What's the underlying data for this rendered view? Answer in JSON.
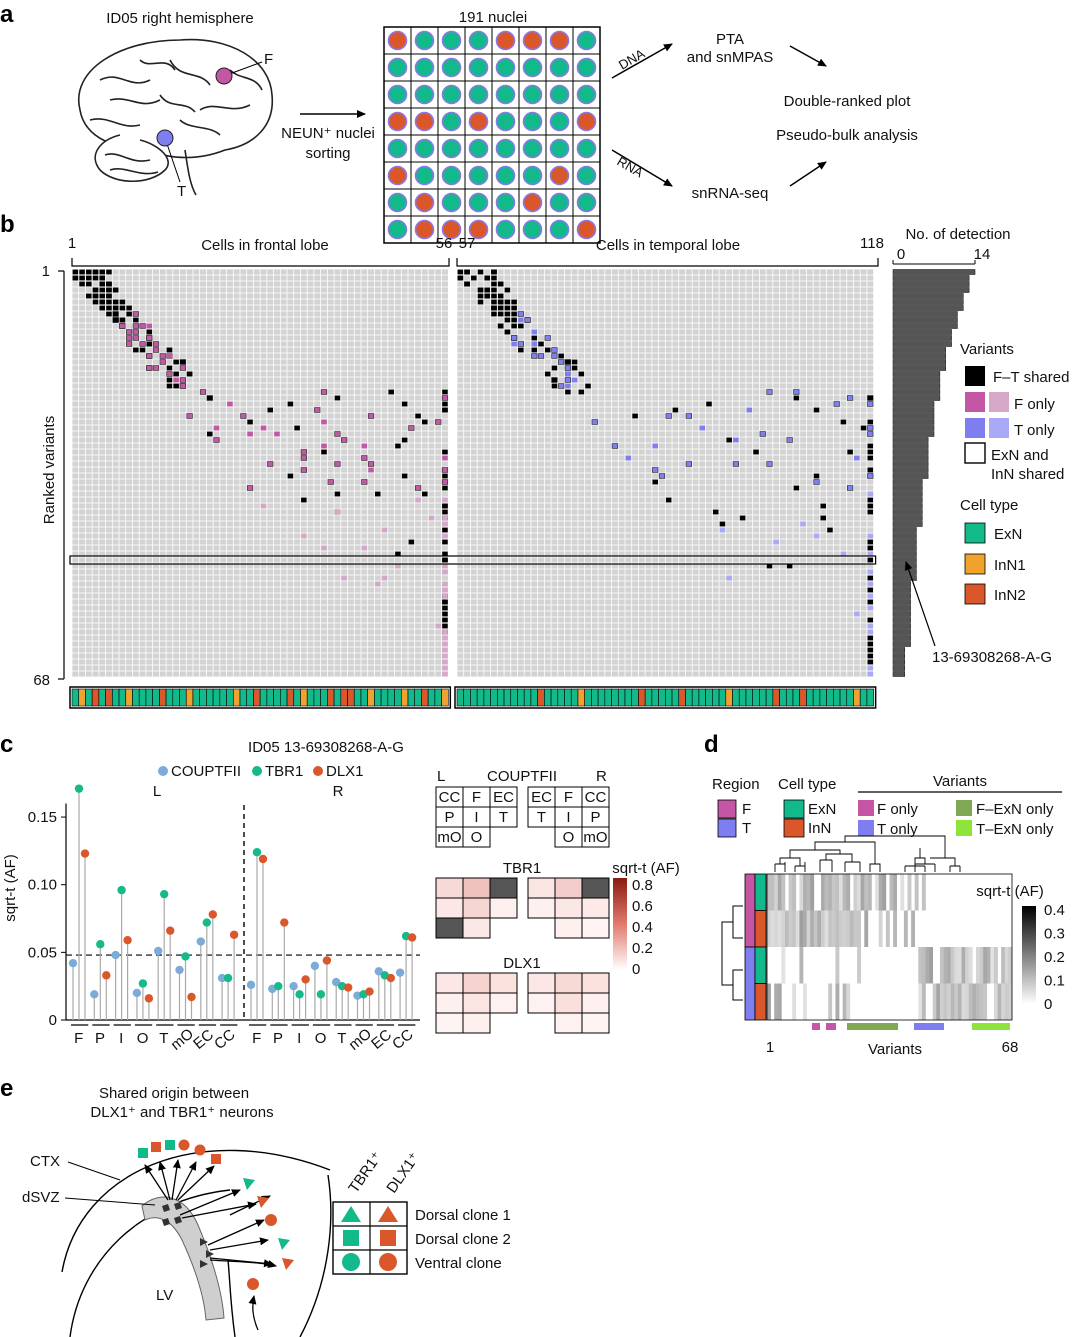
{
  "colors": {
    "exn": "#12b98a",
    "inn1": "#f0a22c",
    "inn2": "#d9572a",
    "f": "#c556a6",
    "f_light": "#d6a8c8",
    "t": "#7e7ef0",
    "t_light": "#a9a9f5",
    "shared": "#000000",
    "couptfii": "#7cabd8",
    "tbr1": "#15b98a",
    "dlx1": "#d9572a",
    "fexn": "#80a956",
    "texn": "#8ee43a",
    "grid": "#d3d3d3"
  },
  "panel_a": {
    "label": "a",
    "brain_title": "ID05 right hemisphere",
    "f_label": "F",
    "t_label": "T",
    "sorting_1": "NEUN⁺ nuclei",
    "sorting_2": "sorting",
    "nuclei_title": "191 nuclei",
    "dna": "DNA",
    "rna": "RNA",
    "pta_1": "PTA",
    "pta_2": "and snMPAS",
    "snrna": "snRNA-seq",
    "out_1": "Double-ranked plot",
    "out_2": "Pseudo-bulk analysis",
    "grid_colors": [
      [
        "inn2",
        "exn",
        "exn",
        "exn",
        "inn2",
        "inn2",
        "inn2",
        "exn"
      ],
      [
        "exn",
        "exn",
        "exn",
        "exn",
        "exn",
        "exn",
        "exn",
        "exn"
      ],
      [
        "exn",
        "exn",
        "exn",
        "exn",
        "exn",
        "exn",
        "exn",
        "exn"
      ],
      [
        "inn2",
        "inn2",
        "exn",
        "inn2",
        "exn",
        "exn",
        "exn",
        "inn2"
      ],
      [
        "exn",
        "exn",
        "exn",
        "exn",
        "exn",
        "exn",
        "exn",
        "exn"
      ],
      [
        "inn2",
        "exn",
        "exn",
        "exn",
        "exn",
        "exn",
        "inn2",
        "exn"
      ],
      [
        "exn",
        "inn2",
        "exn",
        "exn",
        "exn",
        "inn2",
        "exn",
        "exn"
      ],
      [
        "exn",
        "inn2",
        "inn2",
        "inn2",
        "exn",
        "exn",
        "exn",
        "inn2"
      ]
    ]
  },
  "panel_b": {
    "label": "b",
    "frontal_title": "Cells in frontal lobe",
    "temporal_title": "Cells in temporal lobe",
    "tick_1": "1",
    "tick_56": "56",
    "tick_57": "57",
    "tick_118": "118",
    "y_label": "Ranked variants",
    "y_top": "1",
    "y_bottom": "68",
    "detection_title": "No. of detection",
    "detection_0": "0",
    "detection_14": "14",
    "variants_legend_title": "Variants",
    "legend_ft": "F–T shared",
    "legend_f": "F only",
    "legend_t": "T only",
    "legend_exn_inn_1": "ExN and",
    "legend_exn_inn_2": "InN shared",
    "celltype_title": "Cell type",
    "celltype_exn": "ExN",
    "celltype_inn1": "InN1",
    "celltype_inn2": "InN2",
    "highlight_variant": "13-69308268-A-G",
    "detection_counts": [
      14,
      13,
      13,
      13,
      12,
      12,
      12,
      11,
      11,
      11,
      10,
      10,
      10,
      9,
      9,
      9,
      9,
      8,
      8,
      8,
      8,
      8,
      7,
      7,
      7,
      7,
      7,
      7,
      6,
      6,
      6,
      6,
      6,
      6,
      6,
      5,
      5,
      5,
      5,
      5,
      5,
      5,
      5,
      4,
      4,
      4,
      4,
      4,
      4,
      4,
      4,
      4,
      3,
      3,
      3,
      3,
      3,
      3,
      3,
      3,
      3,
      3,
      3,
      2,
      2,
      2,
      2,
      2
    ],
    "celltype_sequence": "EIEOEOEEIEEEEOEEEIEEEEEEIEEOEEEEOEIEEEOEOOEEIEEEEIEEOEEIEEEEEEEEEEEEOEEEEEIEEEEEEEEOEEEEEOEEEEEEIEEEEEEOEEEOEEEEEEEIEEEE"
  },
  "panel_c": {
    "label": "c",
    "title": "ID05 13-69308268-A-G",
    "legend": [
      "COUPTFII",
      "TBR1",
      "DLX1"
    ],
    "hemi_left": "L",
    "hemi_right": "R",
    "y_label": "sqrt-t (AF)",
    "yticks": [
      "0",
      "0.05",
      "0.10",
      "0.15"
    ],
    "regions": [
      "F",
      "P",
      "I",
      "O",
      "T",
      "mO",
      "EC",
      "CC"
    ],
    "map_title_couptfii": "COUPTFII",
    "map_title_tbr1": "TBR1",
    "map_title_dlx1": "DLX1",
    "map_L": "L",
    "map_R": "R",
    "map_left_cells": [
      [
        "CC",
        "F",
        "EC"
      ],
      [
        "P",
        "I",
        "T"
      ],
      [
        "mO",
        "O",
        ""
      ]
    ],
    "map_right_cells": [
      [
        "EC",
        "F",
        "CC"
      ],
      [
        "T",
        "I",
        "P"
      ],
      [
        "",
        "O",
        "mO"
      ]
    ],
    "scale_title": "sqrt-t (AF)",
    "scale_ticks": [
      "0.8",
      "0.6",
      "0.4",
      "0.2",
      "0"
    ]
  },
  "chart_data": {
    "type": "scatter",
    "title": "ID05 13-69308268-A-G",
    "ylabel": "sqrt-t (AF)",
    "ylim": [
      0,
      0.17
    ],
    "threshold": 0.048,
    "categories": [
      "F",
      "P",
      "I",
      "O",
      "T",
      "mO",
      "EC",
      "CC"
    ],
    "series": [
      {
        "name": "COUPTFII",
        "values_L": [
          0.042,
          0.019,
          0.048,
          0.02,
          0.051,
          0.037,
          0.058,
          0.031
        ],
        "values_R": [
          0.026,
          0.023,
          0.025,
          0.04,
          0.028,
          0.018,
          0.036,
          0.035
        ]
      },
      {
        "name": "TBR1",
        "values_L": [
          0.171,
          0.056,
          0.096,
          0.027,
          0.093,
          0.047,
          0.072,
          0.031
        ],
        "values_R": [
          0.124,
          0.025,
          0.019,
          0.019,
          0.025,
          0.019,
          0.033,
          0.062
        ]
      },
      {
        "name": "DLX1",
        "values_L": [
          0.123,
          0.033,
          0.059,
          0.016,
          0.066,
          0.017,
          0.078,
          0.063
        ],
        "values_R": [
          0.119,
          0.072,
          0.03,
          0.044,
          0.024,
          0.021,
          0.031,
          0.061
        ]
      }
    ]
  },
  "panel_d": {
    "label": "d",
    "region_title": "Region",
    "celltype_title": "Cell type",
    "variants_title": "Variants",
    "region_f": "F",
    "region_t": "T",
    "cell_exn": "ExN",
    "cell_inn": "InN",
    "var_f_only": "F only",
    "var_t_only": "T only",
    "var_f_exn": "F–ExN only",
    "var_t_exn": "T–ExN only",
    "scale_title": "sqrt-t (AF)",
    "scale_ticks": [
      "0.4",
      "0.3",
      "0.2",
      "0.1",
      "0"
    ],
    "x_label": "Variants",
    "x_first": "1",
    "x_last": "68"
  },
  "panel_e": {
    "label": "e",
    "title_1": "Shared origin between",
    "title_2": "DLX1⁺ and TBR1⁺ neurons",
    "ctx": "CTX",
    "dsvz": "dSVZ",
    "lv": "LV",
    "col_tbr1": "TBR1⁺",
    "col_dlx1": "DLX1⁺",
    "rows": [
      "Dorsal clone 1",
      "Dorsal clone 2",
      "Ventral clone"
    ]
  }
}
